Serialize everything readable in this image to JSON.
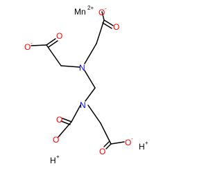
{
  "molecule": {
    "atoms": [
      {
        "id": "mn",
        "label": "Mn",
        "charge": "2+"
      },
      {
        "id": "o_top",
        "label": "O",
        "charge": "-"
      },
      {
        "id": "o_top2",
        "label": "O",
        "charge": ""
      },
      {
        "id": "o_left",
        "label": "O",
        "charge": "-"
      },
      {
        "id": "o_left2",
        "label": "O",
        "charge": ""
      },
      {
        "id": "n_upper",
        "label": "N",
        "charge": ""
      },
      {
        "id": "n_lower",
        "label": "N",
        "charge": ""
      },
      {
        "id": "o_bl",
        "label": "O",
        "charge": "-"
      },
      {
        "id": "o_bl2",
        "label": "O",
        "charge": ""
      },
      {
        "id": "o_br",
        "label": "O",
        "charge": "-"
      },
      {
        "id": "o_br2",
        "label": "O",
        "charge": ""
      },
      {
        "id": "h1",
        "label": "H",
        "charge": "+"
      },
      {
        "id": "h2",
        "label": "H",
        "charge": "+"
      }
    ],
    "colors": {
      "oxygen": "#ff0000",
      "nitrogen": "#0000ff",
      "metal": "#000000",
      "hydrogen": "#000000",
      "bond": "#000000"
    }
  }
}
